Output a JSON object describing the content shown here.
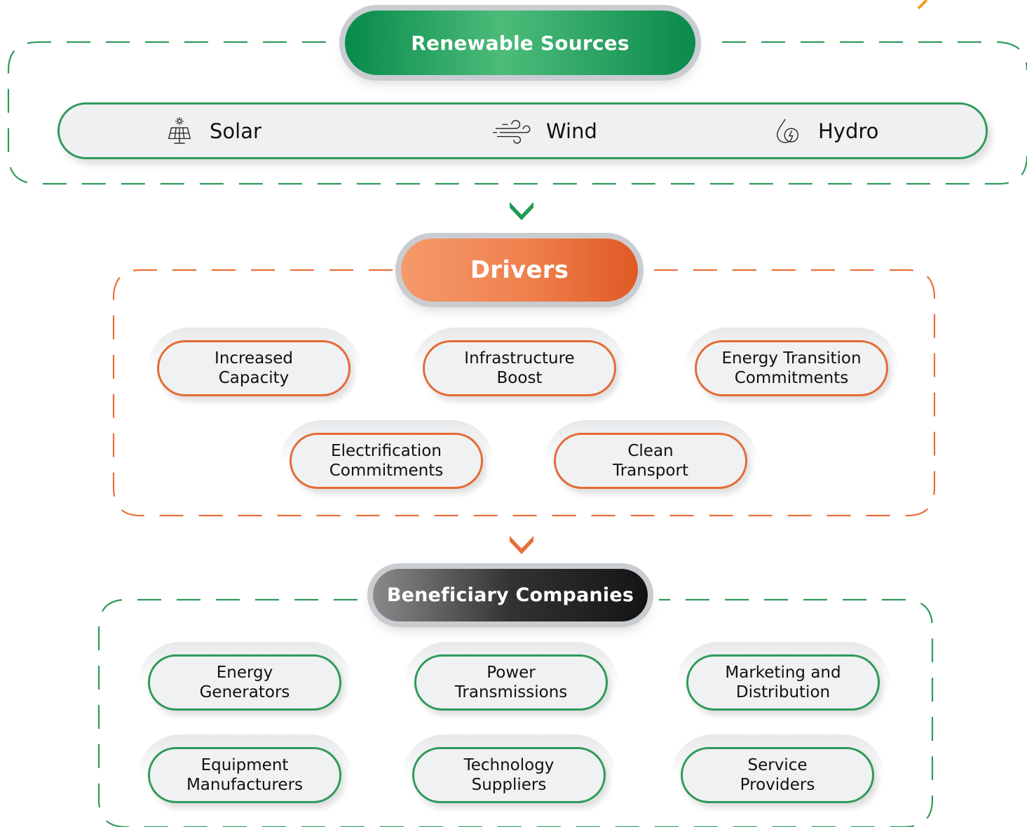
{
  "renewable_sources": {
    "title": "Renewable Sources",
    "items": [
      {
        "label": "Solar",
        "icon": "solar-panel-icon"
      },
      {
        "label": "Wind",
        "icon": "wind-icon"
      },
      {
        "label": "Hydro",
        "icon": "water-drop-bolt-icon"
      }
    ]
  },
  "drivers": {
    "title": "Drivers",
    "items": [
      {
        "label": "Increased\nCapacity"
      },
      {
        "label": "Infrastructure\nBoost"
      },
      {
        "label": "Energy Transition\nCommitments"
      },
      {
        "label": "Electrification\nCommitments"
      },
      {
        "label": "Clean\nTransport"
      }
    ]
  },
  "beneficiary_companies": {
    "title": "Beneficiary Companies",
    "items": [
      {
        "label": "Energy\nGenerators"
      },
      {
        "label": "Power\nTransmissions"
      },
      {
        "label": "Marketing and\nDistribution"
      },
      {
        "label": "Equipment\nManufacturers"
      },
      {
        "label": "Technology\nSuppliers"
      },
      {
        "label": "Service\nProviders"
      }
    ]
  },
  "colors": {
    "green": "#0a8a4c",
    "green_border": "#2f9a5a",
    "orange": "#e8703a",
    "dark": "#222222",
    "pill_fill": "#f0f1f2"
  }
}
